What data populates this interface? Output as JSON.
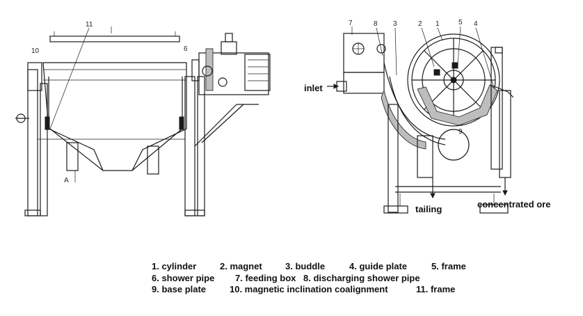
{
  "left_view": {
    "callouts": {
      "c11": "11",
      "c10": "10",
      "c6": "6",
      "section_mark": "A"
    }
  },
  "right_view": {
    "callouts": {
      "c7": "7",
      "c8": "8",
      "c3": "3",
      "c2": "2",
      "c1": "1",
      "c5": "5",
      "c4": "4",
      "c9": "9"
    },
    "labels": {
      "inlet": "inlet",
      "tailing": "tailing",
      "concentrated_ore": "concentrated ore"
    }
  },
  "legend": {
    "row1": [
      "1. cylinder",
      "2. magnet",
      "3. buddle",
      "4. guide plate",
      "5. frame"
    ],
    "row2": [
      "6. shower pipe",
      "7. feeding box",
      "8. discharging shower pipe"
    ],
    "row3": [
      "9. base plate",
      "10. magnetic inclination coalignment",
      "11. frame"
    ]
  }
}
